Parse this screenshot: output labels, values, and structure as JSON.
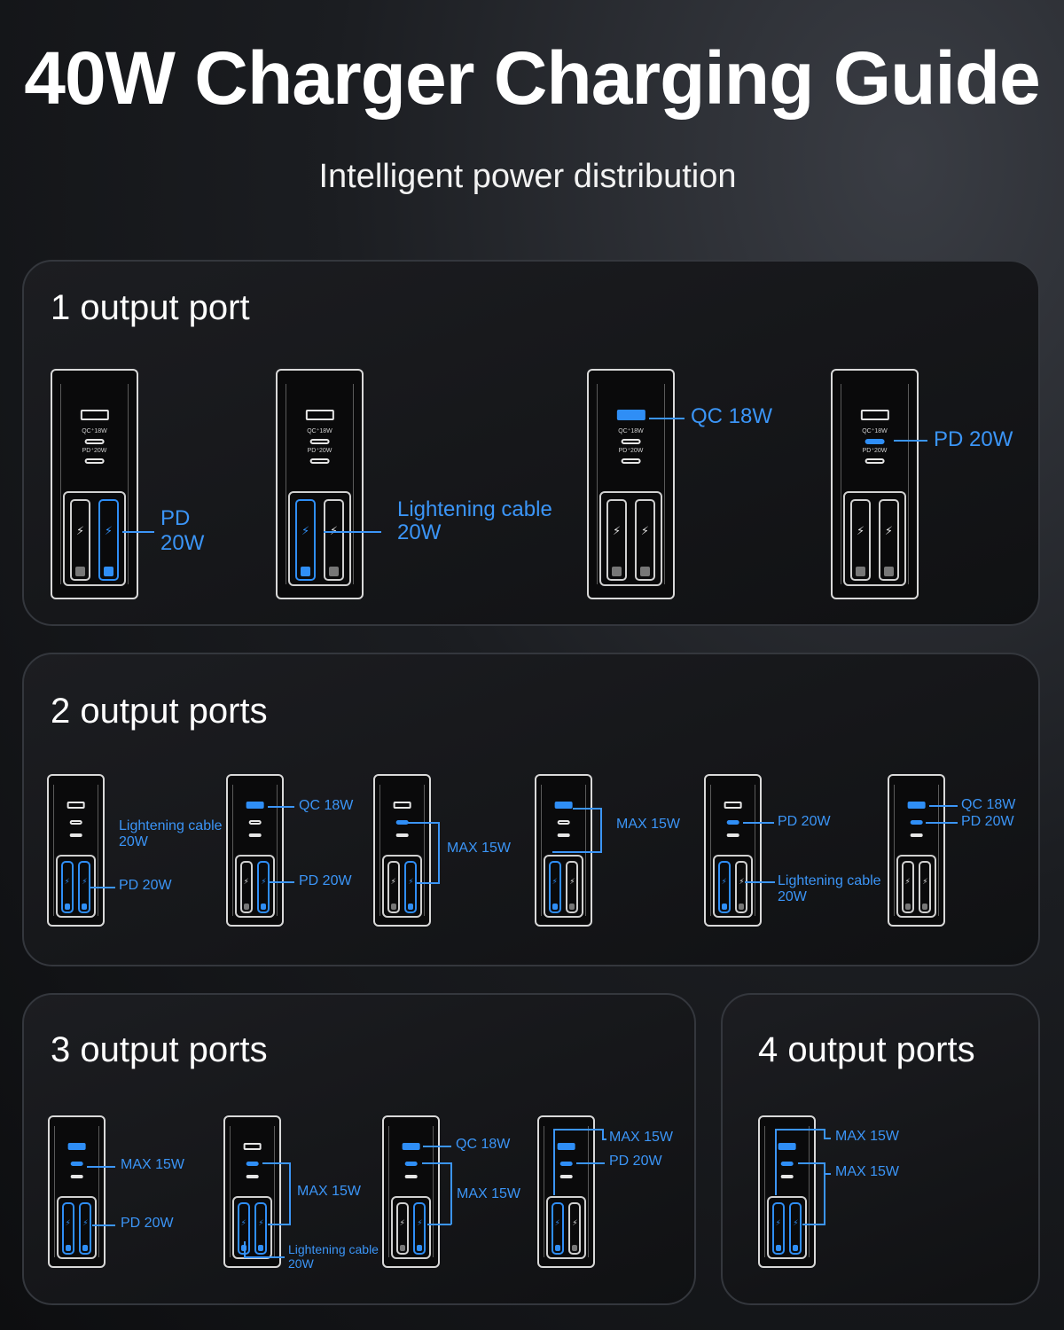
{
  "title": "40W Charger Charging Guide",
  "subtitle": "Intelligent power distribution",
  "port_labels": {
    "qc": "QC⁺18W",
    "pd": "PD⁺20W"
  },
  "accent_color": "#2f8ef6",
  "sections": {
    "one": {
      "title": "1 output port",
      "labels": [
        "PD",
        "20W",
        "Lightening cable",
        "20W",
        "QC 18W",
        "PD 20W"
      ]
    },
    "two": {
      "title": "2 output ports",
      "labels": [
        "Lightening cable",
        "20W",
        "PD 20W",
        "QC 18W",
        "PD 20W",
        "MAX 15W",
        "MAX 15W",
        "PD 20W",
        "Lightening cable",
        "20W",
        "QC 18W",
        "PD 20W"
      ]
    },
    "three": {
      "title": "3 output ports",
      "labels": [
        "MAX 15W",
        "PD 20W",
        "MAX 15W",
        "Lightening cable",
        "20W",
        "QC 18W",
        "MAX 15W",
        "MAX 15W",
        "PD 20W"
      ]
    },
    "four": {
      "title": "4 output ports",
      "labels": [
        "MAX 15W",
        "MAX 15W"
      ]
    }
  }
}
